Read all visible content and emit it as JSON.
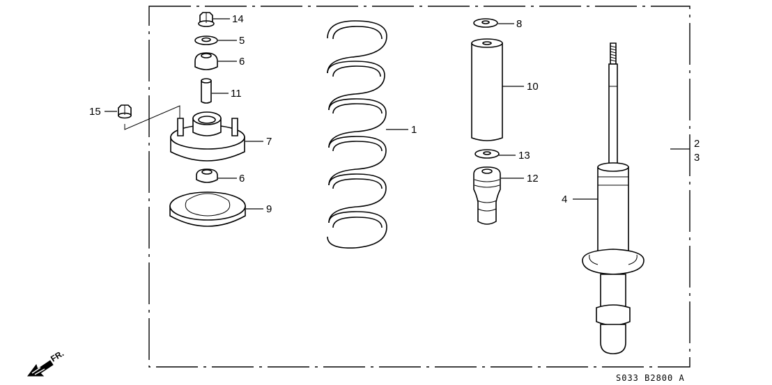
{
  "diagram": {
    "callouts": [
      {
        "id": "1",
        "text": "1"
      },
      {
        "id": "2",
        "text": "2"
      },
      {
        "id": "3",
        "text": "3"
      },
      {
        "id": "4",
        "text": "4"
      },
      {
        "id": "5",
        "text": "5"
      },
      {
        "id": "6a",
        "text": "6"
      },
      {
        "id": "6b",
        "text": "6"
      },
      {
        "id": "7",
        "text": "7"
      },
      {
        "id": "8",
        "text": "8"
      },
      {
        "id": "9",
        "text": "9"
      },
      {
        "id": "10",
        "text": "10"
      },
      {
        "id": "11",
        "text": "11"
      },
      {
        "id": "12",
        "text": "12"
      },
      {
        "id": "13",
        "text": "13"
      },
      {
        "id": "14",
        "text": "14"
      },
      {
        "id": "15",
        "text": "15"
      }
    ],
    "direction_label": "FR.",
    "drawing_code": "S033 B2800 A"
  }
}
